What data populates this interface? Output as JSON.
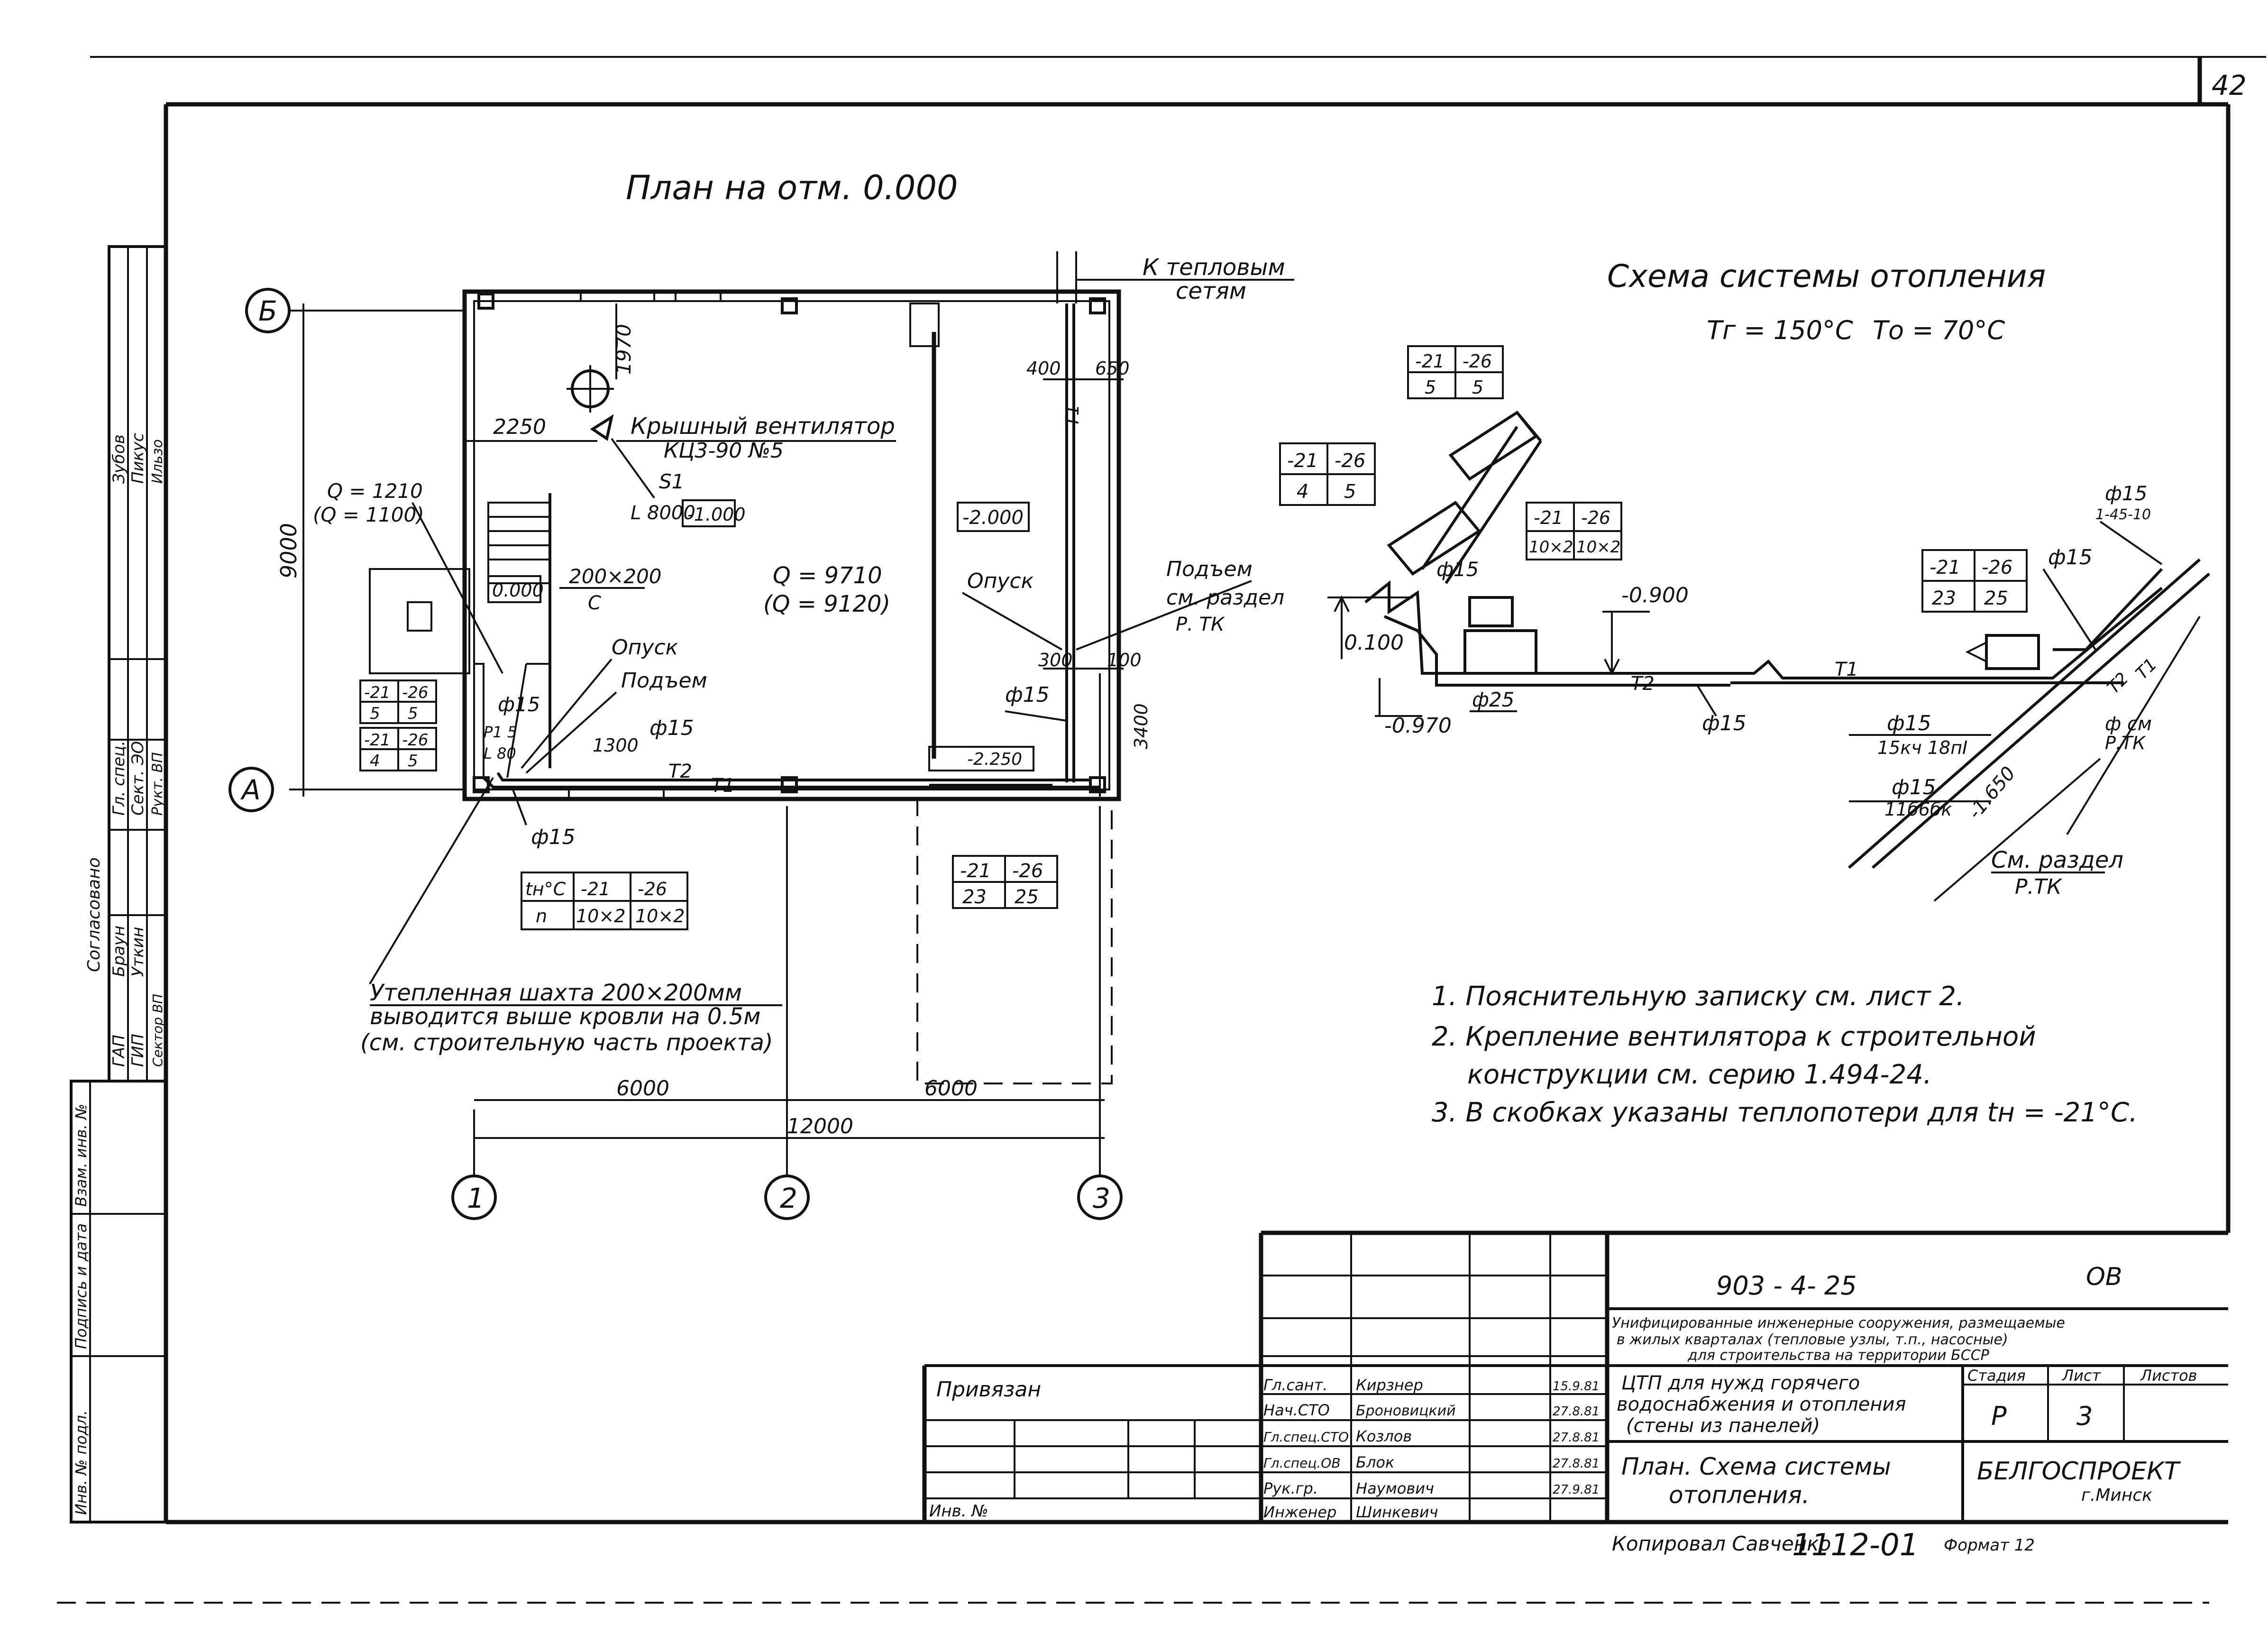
{
  "sheet_number": "42",
  "plan": {
    "title": "План на отм. 0.000",
    "axes": {
      "b": "Б",
      "a": "А",
      "n1": "1",
      "n2": "2",
      "n3": "3"
    },
    "dims": {
      "d9000": "9000",
      "d1970": "1970",
      "d2250": "2250",
      "d6000a": "6000",
      "d6000b": "6000",
      "d12000": "12000",
      "d400": "400",
      "d650": "650",
      "d300": "300",
      "d100": "100",
      "d3400": "3400",
      "d1300": "1300"
    },
    "to_heat_networks_1": "К тепловым",
    "to_heat_networks_2": "сетям",
    "fan_1": "Крышный вентилятор",
    "fan_2": "КЦ3-90 №5",
    "s1": "S1",
    "l8000": "L 8000",
    "lvl_m1000": "-1.000",
    "lvl_m2000": "-2.000",
    "lvl_0000": "0.000",
    "lvl_m2250": "-2.250",
    "q1210": "Q = 1210",
    "q1100": "(Q = 1100)",
    "q9710": "Q = 9710",
    "q9120": "(Q = 9120)",
    "duct_200": "200×200",
    "duct_c": "С",
    "opusk_1": "Опуск",
    "opusk_2": "Опуск",
    "podyem_1": "Подъем",
    "podyem_2_1": "Подъем",
    "podyem_2_2": "см. раздел",
    "podyem_2_3": "Р. ТК",
    "phi15_a": "ф15",
    "phi15_b": "ф15",
    "phi15_c": "ф15",
    "phi15_d": "ф15",
    "t1": "Т1",
    "t2": "Т2",
    "t1v": "Т1",
    "p1": "Р1 5",
    "l80": "L 80",
    "small_tables": [
      {
        "r1": [
          "-21",
          "-26"
        ],
        "r2": [
          "5",
          "5"
        ]
      },
      {
        "r1": [
          "-21",
          "-26"
        ],
        "r2": [
          "4",
          "5"
        ]
      },
      {
        "r1": [
          "-21",
          "-26"
        ],
        "r2": [
          "23",
          "25"
        ]
      }
    ],
    "tn_table": {
      "c0": "tн°С",
      "c1": "-21",
      "c2": "-26",
      "r0": "n",
      "r1": "10×2",
      "r2": "10×2"
    },
    "shaft_1": "Утепленная шахта 200×200мм",
    "shaft_2": "выводится выше кровли на 0.5м",
    "shaft_3": "(см. строительную часть проекта)"
  },
  "scheme": {
    "title": "Схема системы отопления",
    "tg": "Тг = 150°С",
    "to": "То = 70°С",
    "lvl_0100": "0.100",
    "lvl_m0970": "-0.970",
    "lvl_m0900": "-0.900",
    "lvl_m1650": "-1.650",
    "phi15_1": "ф15",
    "phi15_2": "ф15",
    "phi15_3": "ф15",
    "phi15_4": "ф15",
    "phi15_5": "ф15",
    "phi15_top": "ф15",
    "phi15_top_sub": "1-45-10",
    "phi25": "ф25",
    "t1": "Т1",
    "t2": "Т2",
    "t2b": "Т2",
    "t1b": "Т1",
    "pipe1": "15кч 18пI",
    "pipe2": "11б6бк",
    "phi_sm": "ф см",
    "rtk": "Р.ТК",
    "see_1": "См. раздел",
    "see_2": "Р.ТК",
    "tables": [
      {
        "r1": [
          "-21",
          "-26"
        ],
        "r2": [
          "5",
          "5"
        ]
      },
      {
        "r1": [
          "-21",
          "-26"
        ],
        "r2": [
          "4",
          "5"
        ]
      },
      {
        "r1": [
          "-21",
          "-26"
        ],
        "r2": [
          "10×2",
          "10×2"
        ]
      },
      {
        "r1": [
          "-21",
          "-26"
        ],
        "r2": [
          "23",
          "25"
        ]
      }
    ]
  },
  "notes": [
    "1. Пояснительную записку см. лист 2.",
    "2. Крепление вентилятора к строительной",
    "конструкции см. серию 1.494-24.",
    "3. В скобках указаны теплопотери для tн = -21°С."
  ],
  "left_stamp": {
    "col1": [
      "ГАП",
      "ГИП",
      "Сектор ВП"
    ],
    "col2": [
      "Браун",
      "Уткин",
      ""
    ],
    "col3": [
      "Гл. спец.",
      "Сект. ЭО",
      "Рукт. ВП"
    ],
    "col4": [
      "Зубов",
      "Пикус",
      "Ильзо"
    ],
    "vert_1": "Согласовано",
    "vert_2": "Взам. инв. №",
    "vert_3": "Подпись и дата",
    "vert_4": "Инв. № подл."
  },
  "title_block": {
    "privyazan": "Привязан",
    "inv": "Инв. №",
    "code": "903 - 4- 25",
    "mark": "ОВ",
    "desc_1": "Унифицированные инженерные сооружения, размещаемые",
    "desc_2": "в жилых кварталах (тепловые узлы, т.п., насосные)",
    "desc_3": "для строительства на территории БССР",
    "obj_1": "ЦТП для нужд горячего",
    "obj_2": "водоснабжения и отопления",
    "obj_3": "(стены из панелей)",
    "sheet_title_1": "План. Схема системы",
    "sheet_title_2": "отопления.",
    "stage_h": "Стадия",
    "sheet_h": "Лист",
    "sheets_h": "Листов",
    "stage": "Р",
    "sheet": "3",
    "org": "БЕЛГОСПРОЕКТ",
    "city": "г.Минск",
    "roles": [
      "Гл.сант.",
      "Нач.СТО",
      "Гл.спец.СТО",
      "Гл.спец.ОВ",
      "Рук.гр.",
      "Инженер"
    ],
    "names": [
      "Кирзнер",
      "Броновицкий",
      "Козлов",
      "Блок",
      "Наумович",
      "Шинкевич"
    ],
    "dates": [
      "15.9.81",
      "27.8.81",
      "27.8.81",
      "27.8.81",
      "27.9.81",
      ""
    ],
    "copied": "Копировал Савченко",
    "doc_no": "1112-01",
    "format": "Формат 12"
  }
}
